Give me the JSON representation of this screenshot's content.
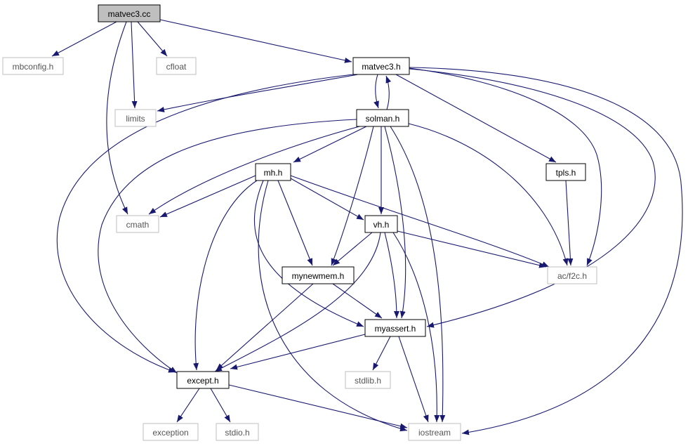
{
  "colors": {
    "edge": "#191970",
    "focus_fill": "#bfbfbf",
    "normal_border": "#000000",
    "external_border": "#bfbfbf",
    "external_text": "#555555",
    "text": "#000000"
  },
  "nodes": [
    {
      "id": "matvec3_cc",
      "label": "matvec3.cc",
      "kind": "focus"
    },
    {
      "id": "mbconfig_h",
      "label": "mbconfig.h",
      "kind": "external"
    },
    {
      "id": "cfloat",
      "label": "cfloat",
      "kind": "external"
    },
    {
      "id": "matvec3_h",
      "label": "matvec3.h",
      "kind": "normal"
    },
    {
      "id": "limits",
      "label": "limits",
      "kind": "external"
    },
    {
      "id": "solman_h",
      "label": "solman.h",
      "kind": "normal"
    },
    {
      "id": "mh_h",
      "label": "mh.h",
      "kind": "normal"
    },
    {
      "id": "tpls_h",
      "label": "tpls.h",
      "kind": "normal"
    },
    {
      "id": "cmath",
      "label": "cmath",
      "kind": "external"
    },
    {
      "id": "vh_h",
      "label": "vh.h",
      "kind": "normal"
    },
    {
      "id": "mynewmem_h",
      "label": "mynewmem.h",
      "kind": "normal"
    },
    {
      "id": "ac_f2c_h",
      "label": "ac/f2c.h",
      "kind": "external"
    },
    {
      "id": "myassert_h",
      "label": "myassert.h",
      "kind": "normal"
    },
    {
      "id": "except_h",
      "label": "except.h",
      "kind": "normal"
    },
    {
      "id": "stdlib_h",
      "label": "stdlib.h",
      "kind": "external"
    },
    {
      "id": "exception",
      "label": "exception",
      "kind": "external"
    },
    {
      "id": "stdio_h",
      "label": "stdio.h",
      "kind": "external"
    },
    {
      "id": "iostream",
      "label": "iostream",
      "kind": "external"
    }
  ],
  "edges": [
    {
      "from": "matvec3_cc",
      "to": "mbconfig_h"
    },
    {
      "from": "matvec3_cc",
      "to": "cfloat"
    },
    {
      "from": "matvec3_cc",
      "to": "matvec3_h"
    },
    {
      "from": "matvec3_cc",
      "to": "limits"
    },
    {
      "from": "matvec3_cc",
      "to": "cmath"
    },
    {
      "from": "matvec3_h",
      "to": "limits"
    },
    {
      "from": "matvec3_h",
      "to": "solman_h"
    },
    {
      "from": "solman_h",
      "to": "matvec3_h"
    },
    {
      "from": "matvec3_h",
      "to": "tpls_h"
    },
    {
      "from": "matvec3_h",
      "to": "ac_f2c_h"
    },
    {
      "from": "matvec3_h",
      "to": "myassert_h"
    },
    {
      "from": "matvec3_h",
      "to": "except_h"
    },
    {
      "from": "matvec3_h",
      "to": "iostream"
    },
    {
      "from": "solman_h",
      "to": "mh_h"
    },
    {
      "from": "solman_h",
      "to": "cmath"
    },
    {
      "from": "solman_h",
      "to": "vh_h"
    },
    {
      "from": "solman_h",
      "to": "mynewmem_h"
    },
    {
      "from": "solman_h",
      "to": "ac_f2c_h"
    },
    {
      "from": "solman_h",
      "to": "myassert_h"
    },
    {
      "from": "solman_h",
      "to": "except_h"
    },
    {
      "from": "solman_h",
      "to": "iostream"
    },
    {
      "from": "tpls_h",
      "to": "ac_f2c_h"
    },
    {
      "from": "mh_h",
      "to": "cmath"
    },
    {
      "from": "mh_h",
      "to": "vh_h"
    },
    {
      "from": "mh_h",
      "to": "mynewmem_h"
    },
    {
      "from": "mh_h",
      "to": "ac_f2c_h"
    },
    {
      "from": "mh_h",
      "to": "myassert_h"
    },
    {
      "from": "mh_h",
      "to": "except_h"
    },
    {
      "from": "mh_h",
      "to": "iostream"
    },
    {
      "from": "vh_h",
      "to": "mynewmem_h"
    },
    {
      "from": "vh_h",
      "to": "ac_f2c_h"
    },
    {
      "from": "vh_h",
      "to": "myassert_h"
    },
    {
      "from": "vh_h",
      "to": "except_h"
    },
    {
      "from": "vh_h",
      "to": "iostream"
    },
    {
      "from": "mynewmem_h",
      "to": "myassert_h"
    },
    {
      "from": "mynewmem_h",
      "to": "except_h"
    },
    {
      "from": "myassert_h",
      "to": "stdlib_h"
    },
    {
      "from": "myassert_h",
      "to": "except_h"
    },
    {
      "from": "myassert_h",
      "to": "iostream"
    },
    {
      "from": "except_h",
      "to": "exception"
    },
    {
      "from": "except_h",
      "to": "stdio_h"
    },
    {
      "from": "except_h",
      "to": "iostream"
    }
  ]
}
